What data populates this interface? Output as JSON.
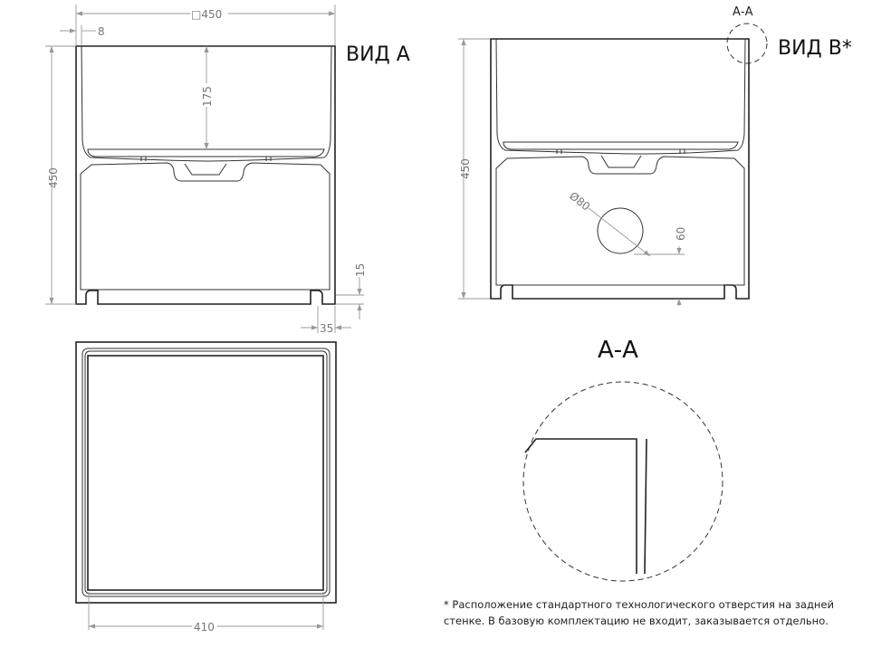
{
  "view_a": {
    "title": "ВИД А",
    "dim_width": "□450",
    "dim_wall": "8",
    "dim_height": "450",
    "dim_depth": "175",
    "dim_foot_height": "15",
    "dim_foot_width": "35"
  },
  "view_b": {
    "title": "ВИД В*",
    "section_label": "А-А",
    "dim_height": "450",
    "dim_hole": "Ø80",
    "dim_hole_offset": "60"
  },
  "plan_view": {
    "dim_inner_width": "410"
  },
  "detail": {
    "title": "А-А"
  },
  "footnote": {
    "line1": "* Расположение стандартного технологического отверстия на задней",
    "line2": "стенке. В базовую комплектацию не входит, заказывается отдельно."
  }
}
